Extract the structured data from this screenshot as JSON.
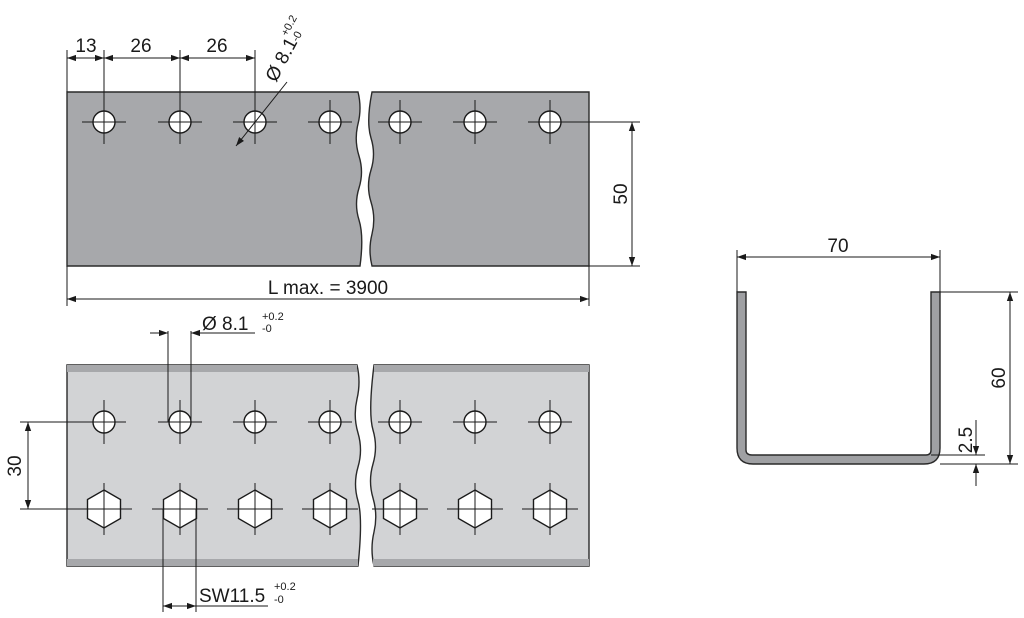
{
  "dimensions": {
    "top_pitch_first": "13",
    "top_pitch_a": "26",
    "top_pitch_b": "26",
    "top_hole_diameter": "Ø 8.1",
    "top_hole_tol_upper": "+0.2",
    "top_hole_tol_lower": "-0",
    "height_50": "50",
    "length": "L max. = 3900",
    "bottom_hole_diameter": "Ø 8.1",
    "bottom_hole_tol_upper": "+0.2",
    "bottom_hole_tol_lower": "-0",
    "row_spacing": "30",
    "hex_size": "SW11.5",
    "hex_tol_upper": "+0.2",
    "hex_tol_lower": "-0",
    "profile_width": "70",
    "profile_height": "60",
    "thickness": "2.5"
  },
  "colors": {
    "side_view_fill": "#a7a8ab",
    "base_view_fill": "#d2d3d5",
    "base_view_edge": "#a7a8ab",
    "profile_fill": "#9fa0a3",
    "line": "#1a1a1a"
  }
}
